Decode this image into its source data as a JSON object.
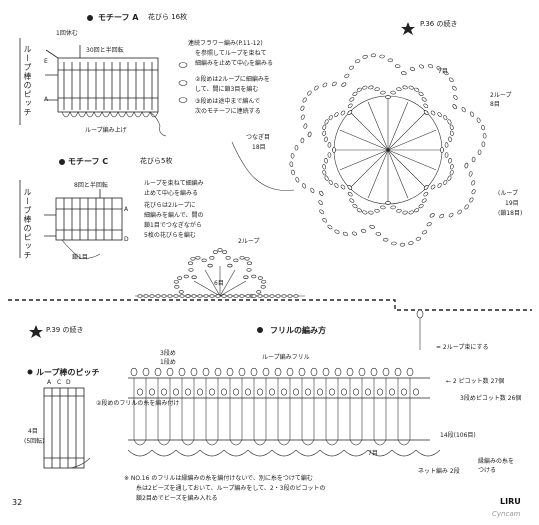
{
  "motif_a": {
    "title": "モチーフ A",
    "petal_count": "花びら 16枚",
    "vert_label": "ループ棒のピッチ",
    "rows_note": "1回休む",
    "row_label_e": "E",
    "row_label_a": "A",
    "wrap_note": "30回と半回転",
    "joining_note": "ループ編み上げ",
    "steps": [
      "連続フラワー編み(P.11-12)",
      "を参照してループを束ねて",
      "細編みを止めて中心を編みる",
      "②段めは2ループに細編みを",
      "して、間に鎖3目を編む",
      "③段めは途中まで編んで",
      "次のモチーフに連続する"
    ]
  },
  "motif_c": {
    "title": "モチーフ C",
    "petal_count": "花びら5枚",
    "vert_label": "ループ棒のピッチ",
    "wrap_note": "8回と半回転",
    "row_label_a": "A",
    "row_label_d": "D",
    "chain_note": "鎖1目",
    "steps": [
      "ループを束ねて細編み",
      "止めて中心を編みる",
      "花びらは2ループに",
      "細編みを編んで、間の",
      "鎖1目でつなぎながら",
      "5枚の花びらを編む"
    ],
    "loop2_label": "2ループ",
    "ring_label": "6目"
  },
  "big_flower": {
    "page_ref": "P.36 の続き",
    "label_7": "7目",
    "label_2loop": "2ループ",
    "label_8": "8目",
    "label_connect": "つなぎ目",
    "label_18": "18目",
    "label_loop_count": "(ループ",
    "label_19": "19目",
    "label_chain": "(鎖18目)"
  },
  "lower_left": {
    "page_ref": "P.39 の続き",
    "pitch_title": "ループ棒のピッチ",
    "cols": [
      "A",
      "C",
      "D"
    ],
    "vertical_note": "4目",
    "side_note": "(5回転)"
  },
  "frill": {
    "title": "フリルの編み方",
    "subtitle": "ループ編みフリル",
    "steps_note": "3段め",
    "steps_note2": "1段め",
    "guide_note": "②段めのフリルの糸を編み付け",
    "right_notes": [
      "= 2ループ束にする",
      "← 2 ピコット数 27個",
      "3段めピコット数 26個",
      "14段(106目)",
      "ネット編み 2段",
      "縁編みの糸を",
      "つける"
    ],
    "seven": "7目",
    "bottom_note_1": "※ NO.16 のフリルは縁編みの糸を編付けないで、別に糸をつけて編む",
    "bottom_note_2": "糸は2ビーズを通しておいて、ループ編みをして、2・3段のピコットの",
    "bottom_note_3": "鎖2目めでビーズを編み入れる"
  },
  "footer": {
    "page_number": "32",
    "brand": "LIRU",
    "watermark": "Cyncam"
  }
}
